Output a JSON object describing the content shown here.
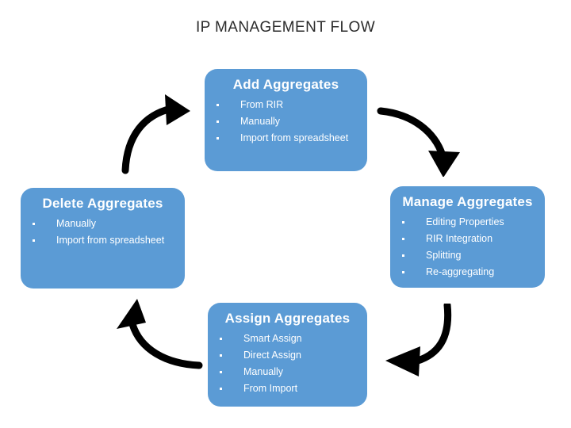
{
  "diagram": {
    "title": "IP MANAGEMENT FLOW",
    "type": "cycle-flow",
    "accent_color": "#5B9BD5",
    "text_color": "#FFFFFF",
    "title_color": "#2B2B2B",
    "arrow_color": "#000000",
    "nodes": [
      {
        "id": "add",
        "title": "Add Aggregates",
        "items": [
          "From RIR",
          "Manually",
          "Import from spreadsheet"
        ]
      },
      {
        "id": "manage",
        "title": "Manage Aggregates",
        "items": [
          "Editing Properties",
          "RIR Integration",
          "Splitting",
          "Re-aggregating"
        ]
      },
      {
        "id": "assign",
        "title": "Assign Aggregates",
        "items": [
          "Smart Assign",
          "Direct Assign",
          "Manually",
          "From Import"
        ]
      },
      {
        "id": "delete",
        "title": "Delete Aggregates",
        "items": [
          "Manually",
          "Import from spreadsheet"
        ]
      }
    ],
    "arrows": [
      {
        "id": "add-to-manage",
        "from": "add",
        "to": "manage",
        "direction": "down-right"
      },
      {
        "id": "manage-to-assign",
        "from": "manage",
        "to": "assign",
        "direction": "down-left"
      },
      {
        "id": "assign-to-delete",
        "from": "assign",
        "to": "delete",
        "direction": "up-left"
      },
      {
        "id": "delete-to-add",
        "from": "delete",
        "to": "add",
        "direction": "up-right"
      }
    ]
  }
}
